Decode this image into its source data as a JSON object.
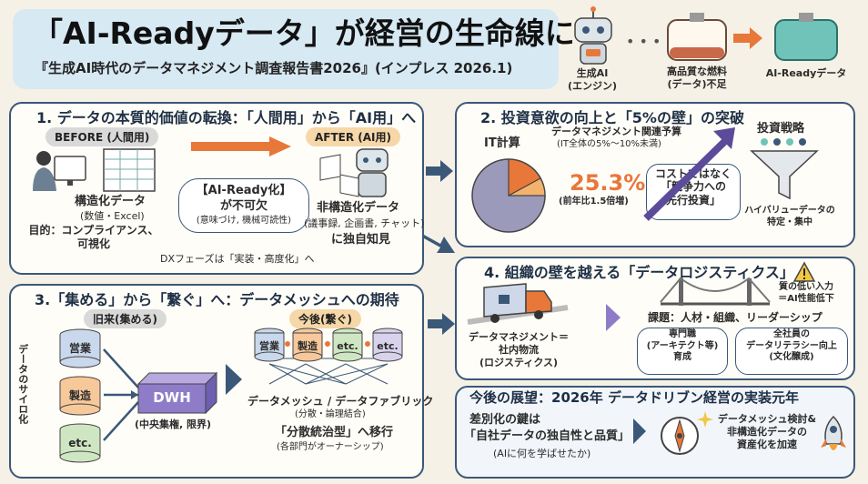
{
  "header": {
    "title": "「AI-Readyデータ」が経営の生命線に",
    "subtitle": "『生成AI時代のデータマネジメント調査報告書2026』(インプレス 2026.1)",
    "engine_label": "生成AI\n(エンジン)",
    "fuel_label": "高品質な燃料\n(データ)不足",
    "ready_label": "AI-Readyデータ"
  },
  "section1": {
    "title": "1. データの本質的価値の転換：「人間用」から「AI用」へ",
    "before_label": "BEFORE (人間用)",
    "after_label": "AFTER (AI用)",
    "structured_title": "構造化データ",
    "structured_sub": "(数値・Excel)",
    "structured_purpose": "目的：コンプライアンス、\n可視化",
    "center_title": "【AI-Ready化】",
    "center_line": "が不可欠",
    "center_sub": "(意味づけ, 機械可読性)",
    "unstructured_title": "非構造化データ",
    "unstructured_sub": "(議事録, 企画書, チャット)",
    "unstructured_note": "に独自知見",
    "phase_note": "DXフェーズは「実装・高度化」へ"
  },
  "section2": {
    "title": "2. 投資意欲の向上と「5%の壁」の突破",
    "it_budget": "IT計算",
    "dm_budget": "データマネジメント関連予算",
    "dm_range": "(IT全体の5%〜10%未満)",
    "percent": "25.3%",
    "growth": "(前年比1.5倍増)",
    "callout": "コストではなく\n「競争力への\n先行投資」",
    "strategy": "投資戦略",
    "high_value": "ハイバリューデータの\n特定・集中"
  },
  "section3": {
    "title": "3.「集める」から「繋ぐ」へ：データメッシュへの期待",
    "old_label": "旧来(集める)",
    "new_label": "今後(繋ぐ)",
    "silo_label": "データのサイロ化",
    "old_dbs": [
      "営業",
      "製造",
      "etc."
    ],
    "dwh": "DWH",
    "dwh_sub": "(中央集権, 限界)",
    "new_dbs": [
      "営業",
      "製造",
      "etc.",
      "etc."
    ],
    "mesh_title": "データメッシュ / データファブリック",
    "mesh_sub": "(分散・論理結合)",
    "shift_title": "「分散統治型」へ移行",
    "shift_sub": "(各部門がオーナーシップ)"
  },
  "section4": {
    "title": "4. 組織の壁を越える「データロジスティクス」",
    "logistics": "データマネジメント＝\n社内物流\n(ロジスティクス)",
    "warning": "質の低い入力\n＝AI性能低下",
    "issues": "課題：人材・組織、リーダーシップ",
    "expert": "専門職\n(アーキテクト等)\n育成",
    "literacy": "全社員の\nデータリテラシー向上\n(文化醸成)"
  },
  "outlook": {
    "title": "今後の展望：2026年 データドリブン経営の実装元年",
    "key_line1": "差別化の鍵は",
    "key_line2": "「自社データの独自性と品質」",
    "key_line3": "(AIに何を学ばせたか)",
    "action": "データメッシュ検討&\n非構造化データの\n資産化を加速"
  },
  "colors": {
    "navy": "#1e2f45",
    "accent_orange": "#e8773a",
    "panel_border": "#3b5878",
    "teal": "#6fc3b8"
  }
}
